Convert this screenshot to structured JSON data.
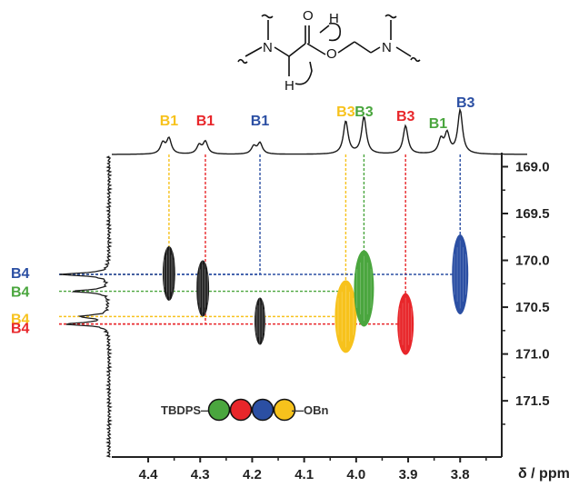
{
  "colors": {
    "yellow": "#f7c21c",
    "red": "#e8262a",
    "blue": "#2b4fa3",
    "green": "#4aa63e",
    "black": "#1a1a1a"
  },
  "chart_data": {
    "type": "heatmap",
    "subtype": "2D NMR correlation spectrum",
    "x_axis": {
      "label": "δ / ppm",
      "range": [
        4.47,
        3.72
      ],
      "reversed": true,
      "ticks": [
        "4.4",
        "4.3",
        "4.2",
        "4.1",
        "4.0",
        "3.9",
        "3.8"
      ]
    },
    "y_axis": {
      "range": [
        168.85,
        172.1
      ],
      "reversed": true,
      "position": "right",
      "ticks": [
        "169.0",
        "169.5",
        "170.0",
        "170.5",
        "171.0",
        "171.5"
      ]
    },
    "top_projection_peaks": [
      {
        "label": "B1",
        "color": "yellow",
        "shift": 4.36,
        "height": 0.35
      },
      {
        "label": "B1",
        "color": "red",
        "shift": 4.29,
        "height": 0.28
      },
      {
        "label": "B1",
        "color": "blue",
        "shift": 4.185,
        "height": 0.25
      },
      {
        "label": "B3",
        "color": "yellow",
        "shift": 4.02,
        "height": 0.75
      },
      {
        "label": "B3",
        "color": "green",
        "shift": 3.985,
        "height": 0.85
      },
      {
        "label": "B3",
        "color": "red",
        "shift": 3.905,
        "height": 0.65
      },
      {
        "label": "B1",
        "color": "green",
        "shift": 3.825,
        "height": 0.45
      },
      {
        "label": "B3",
        "color": "blue",
        "shift": 3.8,
        "height": 1.0
      }
    ],
    "left_projection_peaks": [
      {
        "label": "B4",
        "color": "blue",
        "shift": 170.15,
        "height": 1.0
      },
      {
        "label": "B4",
        "color": "green",
        "shift": 170.33,
        "height": 0.75
      },
      {
        "label": "B4",
        "color": "yellow",
        "shift": 170.6,
        "height": 0.6
      },
      {
        "label": "B4",
        "color": "red",
        "shift": 170.68,
        "height": 0.9
      }
    ],
    "cross_peaks": [
      {
        "x": 4.36,
        "y": 170.14,
        "color": "black",
        "series": "black"
      },
      {
        "x": 4.295,
        "y": 170.3,
        "color": "black",
        "series": "black"
      },
      {
        "x": 4.185,
        "y": 170.65,
        "color": "black",
        "series": "black"
      },
      {
        "x": 4.02,
        "y": 170.6,
        "color": "yellow",
        "series": "yellow"
      },
      {
        "x": 3.985,
        "y": 170.3,
        "color": "green",
        "series": "green"
      },
      {
        "x": 3.905,
        "y": 170.68,
        "color": "red",
        "series": "red"
      },
      {
        "x": 3.8,
        "y": 170.15,
        "color": "blue",
        "series": "blue"
      }
    ],
    "correlation_lines": [
      {
        "x": 4.36,
        "y": 170.15,
        "color": "yellow"
      },
      {
        "x": 4.29,
        "y": 170.68,
        "color": "red"
      },
      {
        "x": 4.185,
        "y": 170.15,
        "color": "blue"
      },
      {
        "x": 4.02,
        "y": 170.6,
        "color": "yellow"
      },
      {
        "x": 3.985,
        "y": 170.33,
        "color": "green"
      },
      {
        "x": 3.905,
        "y": 170.68,
        "color": "red"
      },
      {
        "x": 3.8,
        "y": 170.15,
        "color": "blue"
      }
    ]
  },
  "legend": {
    "prefix": "TBDPS—",
    "suffix": "—OBn",
    "circles": [
      "green",
      "red",
      "blue",
      "yellow"
    ]
  },
  "structure": {
    "atoms": [
      "N",
      "O",
      "O",
      "H",
      "N",
      "H"
    ]
  }
}
